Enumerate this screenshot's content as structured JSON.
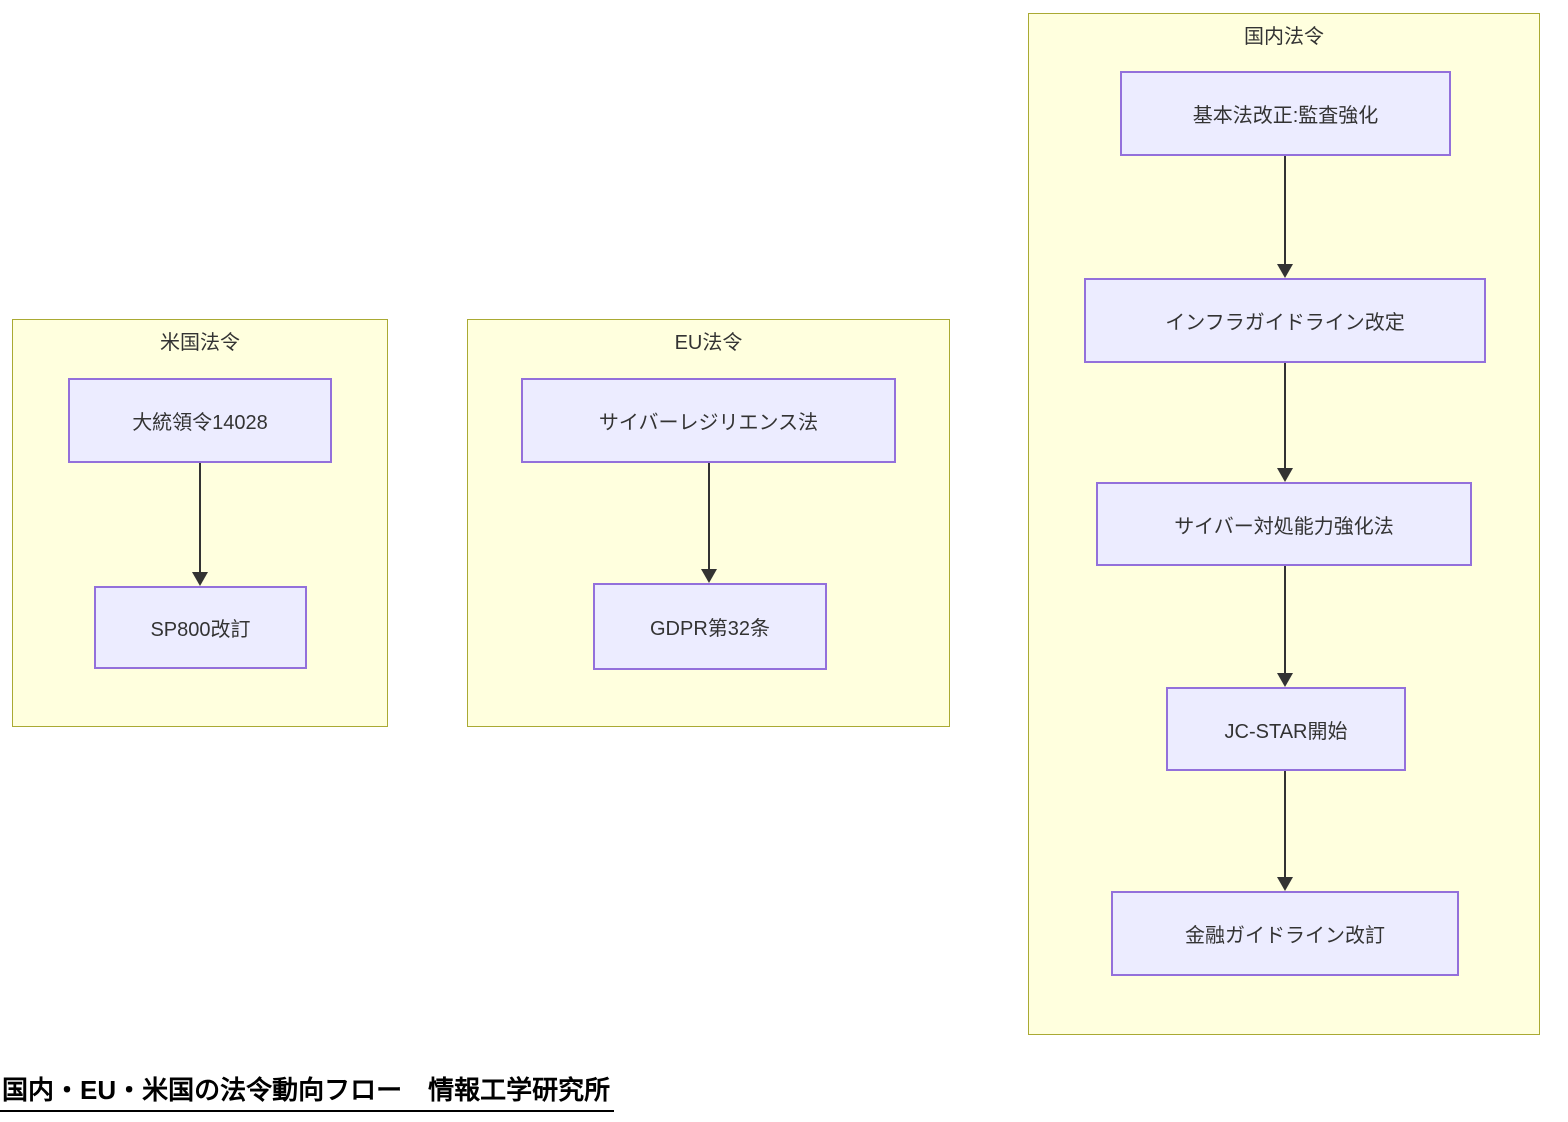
{
  "diagram": {
    "caption": "国内・EU・米国の法令動向フロー　情報工学研究所",
    "colors": {
      "group_fill": "#ffffde",
      "group_border": "#aaaa33",
      "node_fill": "#ececff",
      "node_border": "#9370db",
      "text": "#333333",
      "arrow": "#333333",
      "caption_text": "#000000"
    },
    "groups": [
      {
        "title": "米国法令",
        "nodes": [
          {
            "label": "大統領令14028"
          },
          {
            "label": "SP800改訂"
          }
        ]
      },
      {
        "title": "EU法令",
        "nodes": [
          {
            "label": "サイバーレジリエンス法"
          },
          {
            "label": "GDPR第32条"
          }
        ]
      },
      {
        "title": "国内法令",
        "nodes": [
          {
            "label": "基本法改正:監査強化"
          },
          {
            "label": "インフラガイドライン改定"
          },
          {
            "label": "サイバー対処能力強化法"
          },
          {
            "label": "JC-STAR開始"
          },
          {
            "label": "金融ガイドライン改訂"
          }
        ]
      }
    ]
  }
}
